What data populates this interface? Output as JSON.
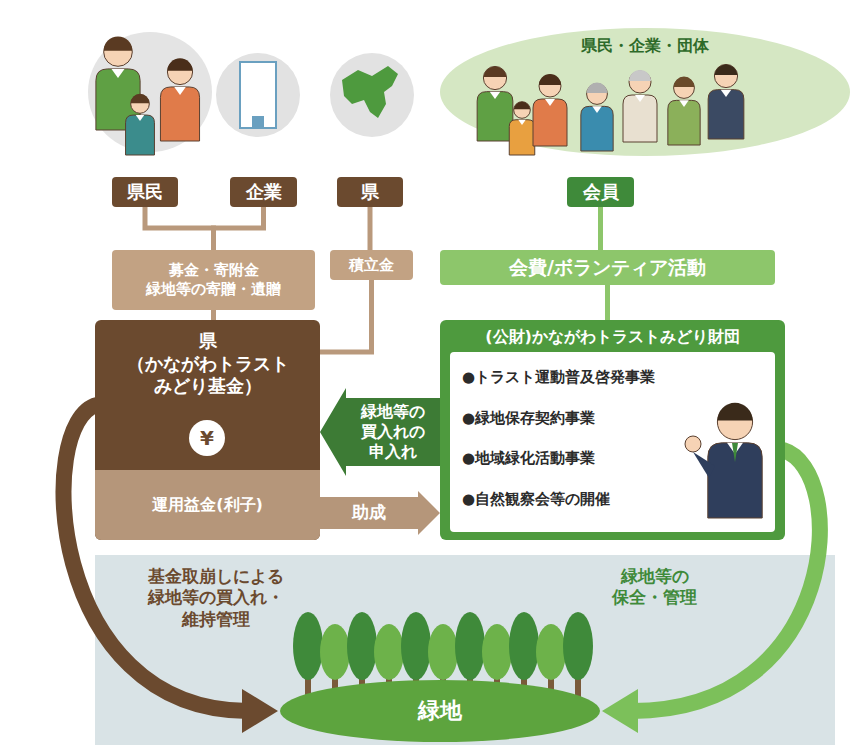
{
  "diagram": {
    "nodes": [
      {
        "text": [
          "県民"
        ]
      },
      {
        "text": [
          "企業"
        ]
      },
      {
        "text": [
          "県"
        ]
      },
      {
        "text": [
          "県民・企業・団体"
        ]
      },
      {
        "text": [
          "会員"
        ]
      },
      {
        "text": [
          "募金・寄附金 緑地等の寄贈・遺贈"
        ]
      },
      {
        "text": [
          "積立金"
        ]
      },
      {
        "text": [
          "会費/ボランティア活動"
        ]
      },
      {
        "text": [
          "県",
          "（かながわトラスト みどり基金）"
        ]
      },
      {
        "text": [
          "¥"
        ],
        "in": 8
      },
      {
        "text": [
          "運用益金(利子)"
        ],
        "in": 8
      },
      {
        "text": [
          "(公財)かながわトラストみどり財団",
          "●トラスト運動普及啓発事業",
          "●緑地保存契約事業",
          "●地域緑化活動事業",
          "●自然観察会等の開催"
        ]
      },
      {
        "text": [
          "緑地"
        ]
      }
    ],
    "edges": [
      {
        "from": 0,
        "to": 5,
        "arrow": "none"
      },
      {
        "from": 1,
        "to": 5,
        "arrow": "none"
      },
      {
        "from": 2,
        "to": 6,
        "arrow": "none"
      },
      {
        "from": 4,
        "to": 7,
        "arrow": "none"
      },
      {
        "from": 5,
        "to": 8,
        "arrow": "none"
      },
      {
        "from": 6,
        "to": 8,
        "arrow": "none"
      },
      {
        "from": 7,
        "to": 11,
        "arrow": "none"
      },
      {
        "from": 11,
        "to": 8,
        "label": "緑地等の 買入れの 申入れ",
        "arrow": "to"
      },
      {
        "from": 10,
        "to": 11,
        "label": "助成",
        "arrow": "to"
      },
      {
        "from": 8,
        "to": 12,
        "label": "基金取崩しによる 緑地等の買入れ・ 維持管理",
        "arrow": "to"
      },
      {
        "from": 11,
        "to": 12,
        "label": "緑地等の 保全・管理",
        "arrow": "to"
      }
    ]
  }
}
